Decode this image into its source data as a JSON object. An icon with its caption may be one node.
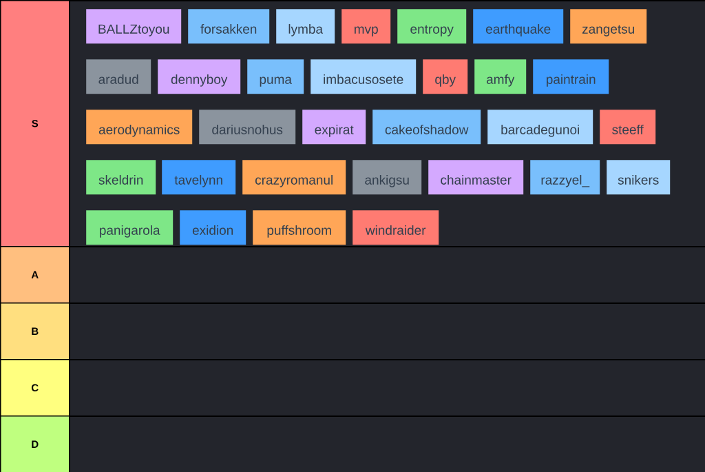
{
  "diagram": {
    "nodes": [
      {
        "text": [
          "S"
        ]
      },
      {
        "text": [],
        "shape": "box"
      },
      {
        "text": [
          "BALLZtoyou"
        ],
        "in": 1
      },
      {
        "text": [
          "forsakken"
        ],
        "in": 1
      },
      {
        "text": [
          "lymba"
        ],
        "in": 1
      },
      {
        "text": [
          "mvp"
        ],
        "in": 1
      },
      {
        "text": [
          "entropy"
        ],
        "in": 1
      },
      {
        "text": [
          "earthquake"
        ],
        "in": 1
      },
      {
        "text": [
          "zangetsu"
        ],
        "in": 1
      },
      {
        "text": [
          "aradud"
        ],
        "in": 1
      },
      {
        "text": [
          "dennyboy"
        ],
        "in": 1
      },
      {
        "text": [
          "puma"
        ],
        "in": 1
      },
      {
        "text": [
          "imbacusosete"
        ],
        "in": 1
      },
      {
        "text": [
          "qby"
        ],
        "in": 1
      },
      {
        "text": [
          "amfy"
        ],
        "in": 1
      },
      {
        "text": [
          "paintrain"
        ],
        "in": 1
      },
      {
        "text": [
          "aerodynamics"
        ],
        "in": 1
      },
      {
        "text": [
          "dariusnohus"
        ],
        "in": 1
      },
      {
        "text": [
          "expirat"
        ],
        "in": 1
      },
      {
        "text": [
          "cakeofshadow"
        ],
        "in": 1
      },
      {
        "text": [
          "barcadegunoi"
        ],
        "in": 1
      },
      {
        "text": [
          "steeff"
        ],
        "in": 1
      },
      {
        "text": [
          "skeldrin"
        ],
        "in": 1
      },
      {
        "text": [
          "tavelynn"
        ],
        "in": 1
      },
      {
        "text": [
          "crazyromanul"
        ],
        "in": 1
      },
      {
        "text": [
          "ankigsu"
        ],
        "in": 1
      },
      {
        "text": [
          "chainmaster"
        ],
        "in": 1
      },
      {
        "text": [
          "razzyel_"
        ],
        "in": 1
      },
      {
        "text": [
          "snikers"
        ],
        "in": 1
      },
      {
        "text": [
          "panigarola"
        ],
        "in": 1
      },
      {
        "text": [
          "exidion"
        ],
        "in": 1
      },
      {
        "text": [
          "puffshroom"
        ],
        "in": 1
      },
      {
        "text": [
          "windraider"
        ],
        "in": 1
      },
      {
        "text": [
          "A"
        ]
      },
      {
        "text": [],
        "shape": "box"
      },
      {
        "text": [
          "B"
        ]
      },
      {
        "text": [],
        "shape": "box"
      },
      {
        "text": [
          "C"
        ]
      },
      {
        "text": [],
        "shape": "box"
      },
      {
        "text": [
          "D"
        ]
      },
      {
        "text": [],
        "shape": "box"
      }
    ]
  }
}
